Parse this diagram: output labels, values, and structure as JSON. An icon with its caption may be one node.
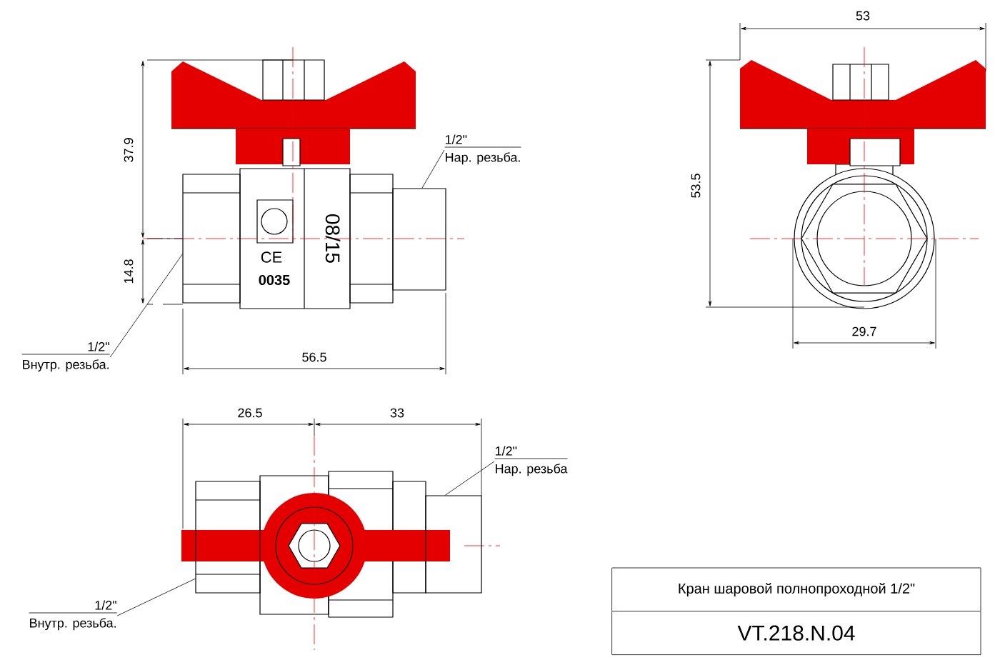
{
  "diagram": {
    "nodes": [
      {
        "text": [
          "1/2\"",
          "Нар. резьба."
        ]
      },
      {
        "text": [
          "1/2\"",
          "Внутр. резьба."
        ]
      },
      {
        "text": [
          "1/2\"",
          "Нар. резьба"
        ]
      },
      {
        "text": [
          "1/2\"",
          "Внутр. резьба."
        ]
      },
      {
        "text": [
          "Кран шаровой полнопроходной 1/2\"",
          "VT.218.N.04"
        ]
      },
      {
        "text": [],
        "shape": "box"
      },
      {
        "text": [],
        "shape": "box"
      },
      {
        "text": [],
        "shape": "box"
      },
      {
        "text": [],
        "shape": "box"
      }
    ],
    "edges": [
      {
        "from": 0,
        "to": 6,
        "arrow": "none"
      },
      {
        "from": 1,
        "to": 5,
        "arrow": "none"
      },
      {
        "from": 2,
        "to": 8,
        "arrow": "none"
      },
      {
        "from": 3,
        "to": 7,
        "arrow": "none"
      }
    ],
    "labels": [
      "53",
      "37.9",
      "08/15",
      "CE",
      "0035",
      "53.5",
      "14.8",
      "29.7",
      "56.5",
      "26.5",
      "33"
    ]
  }
}
